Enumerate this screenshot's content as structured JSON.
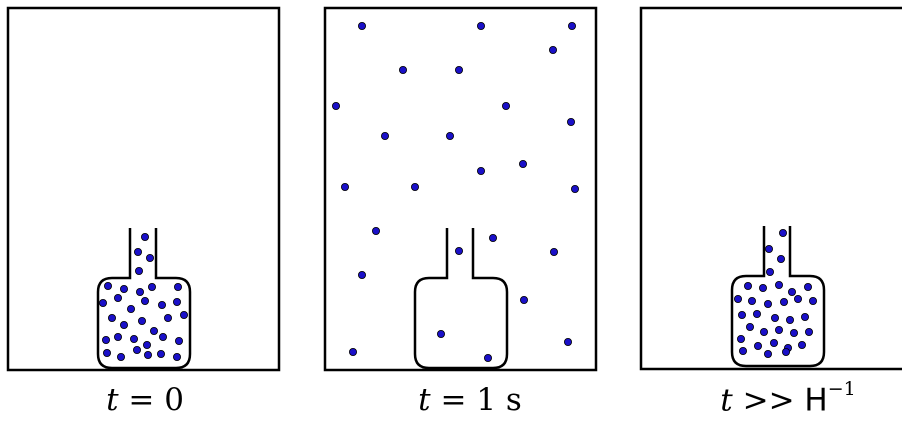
{
  "colors": {
    "stroke": "#000000",
    "particle": "#1a10c8",
    "particle_edge": "#000000"
  },
  "panels": [
    {
      "id": "t0",
      "caption_var": "t",
      "caption_rel": " = 0",
      "caption_unit": "",
      "caption_sup": "",
      "state": "gas-inside-flask"
    },
    {
      "id": "t1",
      "caption_var": "t",
      "caption_rel": " = 1",
      "caption_unit": " s",
      "caption_sup": "",
      "state": "gas-expanded-into-box"
    },
    {
      "id": "tlong",
      "caption_var": "t",
      "caption_rel": " >> ",
      "caption_unit": "H",
      "caption_sup": "−1",
      "state": "gas-returned-to-flask"
    }
  ]
}
